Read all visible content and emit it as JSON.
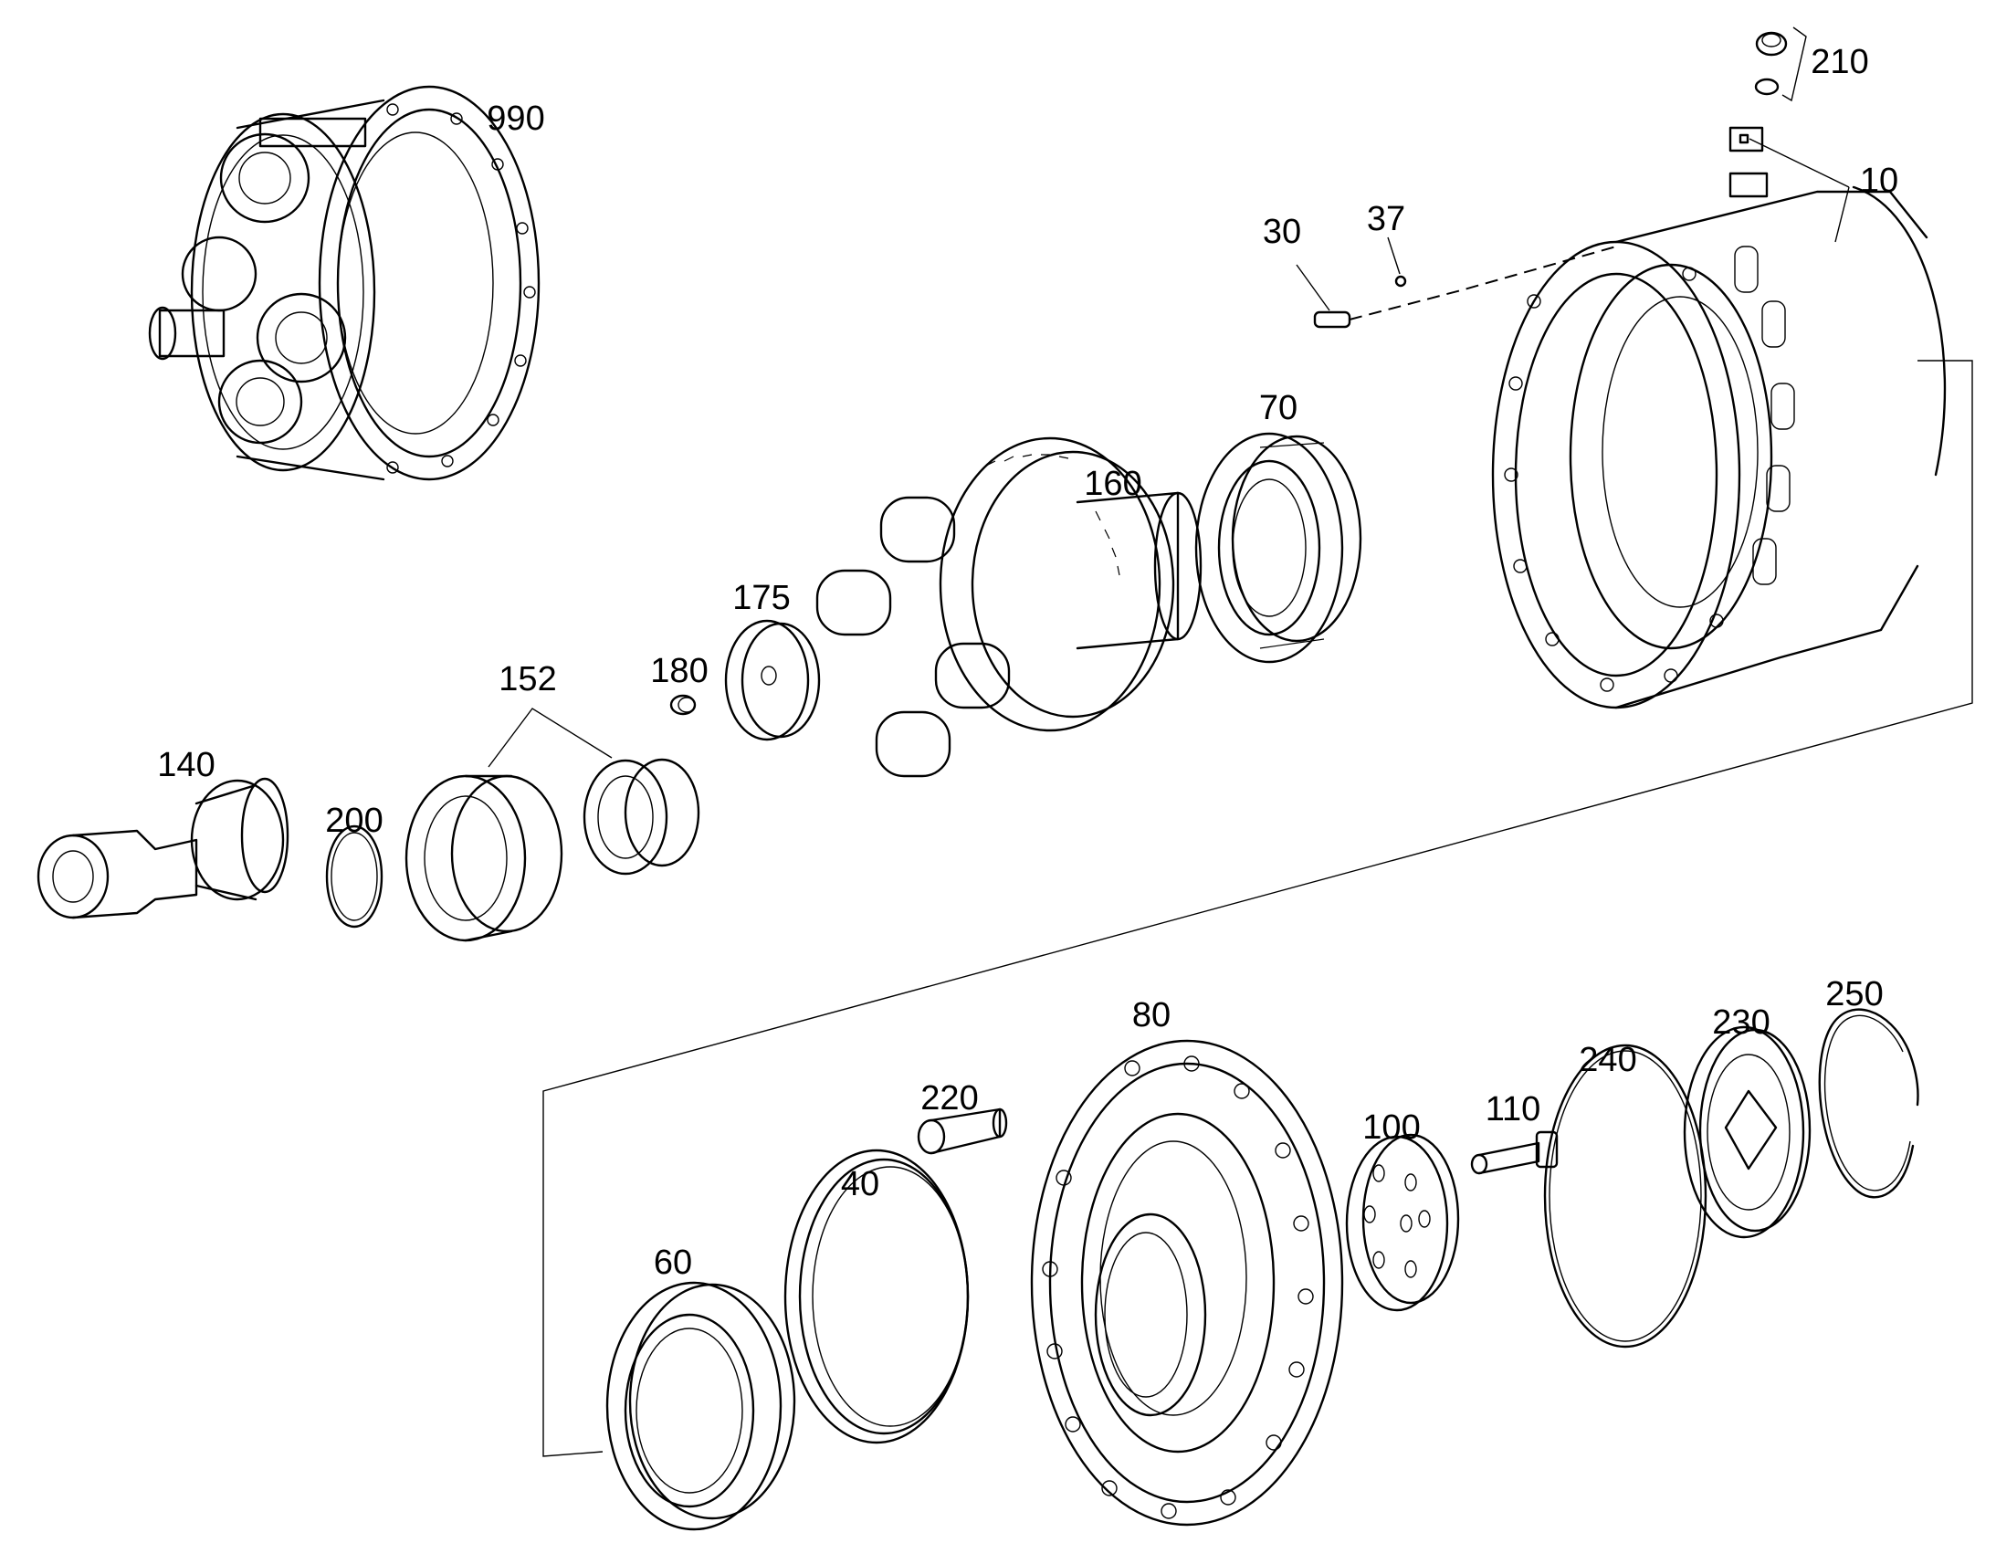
{
  "diagram": {
    "type": "exploded-parts-drawing",
    "part_numbers": [
      {
        "id": "p990",
        "text": "990"
      },
      {
        "id": "p210",
        "text": "210"
      },
      {
        "id": "p10",
        "text": "10"
      },
      {
        "id": "p30",
        "text": "30"
      },
      {
        "id": "p37",
        "text": "37"
      },
      {
        "id": "p70",
        "text": "70"
      },
      {
        "id": "p160",
        "text": "160"
      },
      {
        "id": "p175",
        "text": "175"
      },
      {
        "id": "p180",
        "text": "180"
      },
      {
        "id": "p152",
        "text": "152"
      },
      {
        "id": "p140",
        "text": "140"
      },
      {
        "id": "p200",
        "text": "200"
      },
      {
        "id": "p80",
        "text": "80"
      },
      {
        "id": "p220",
        "text": "220"
      },
      {
        "id": "p40",
        "text": "40"
      },
      {
        "id": "p60",
        "text": "60"
      },
      {
        "id": "p100",
        "text": "100"
      },
      {
        "id": "p110",
        "text": "110"
      },
      {
        "id": "p240",
        "text": "240"
      },
      {
        "id": "p230",
        "text": "230"
      },
      {
        "id": "p250",
        "text": "250"
      }
    ]
  }
}
